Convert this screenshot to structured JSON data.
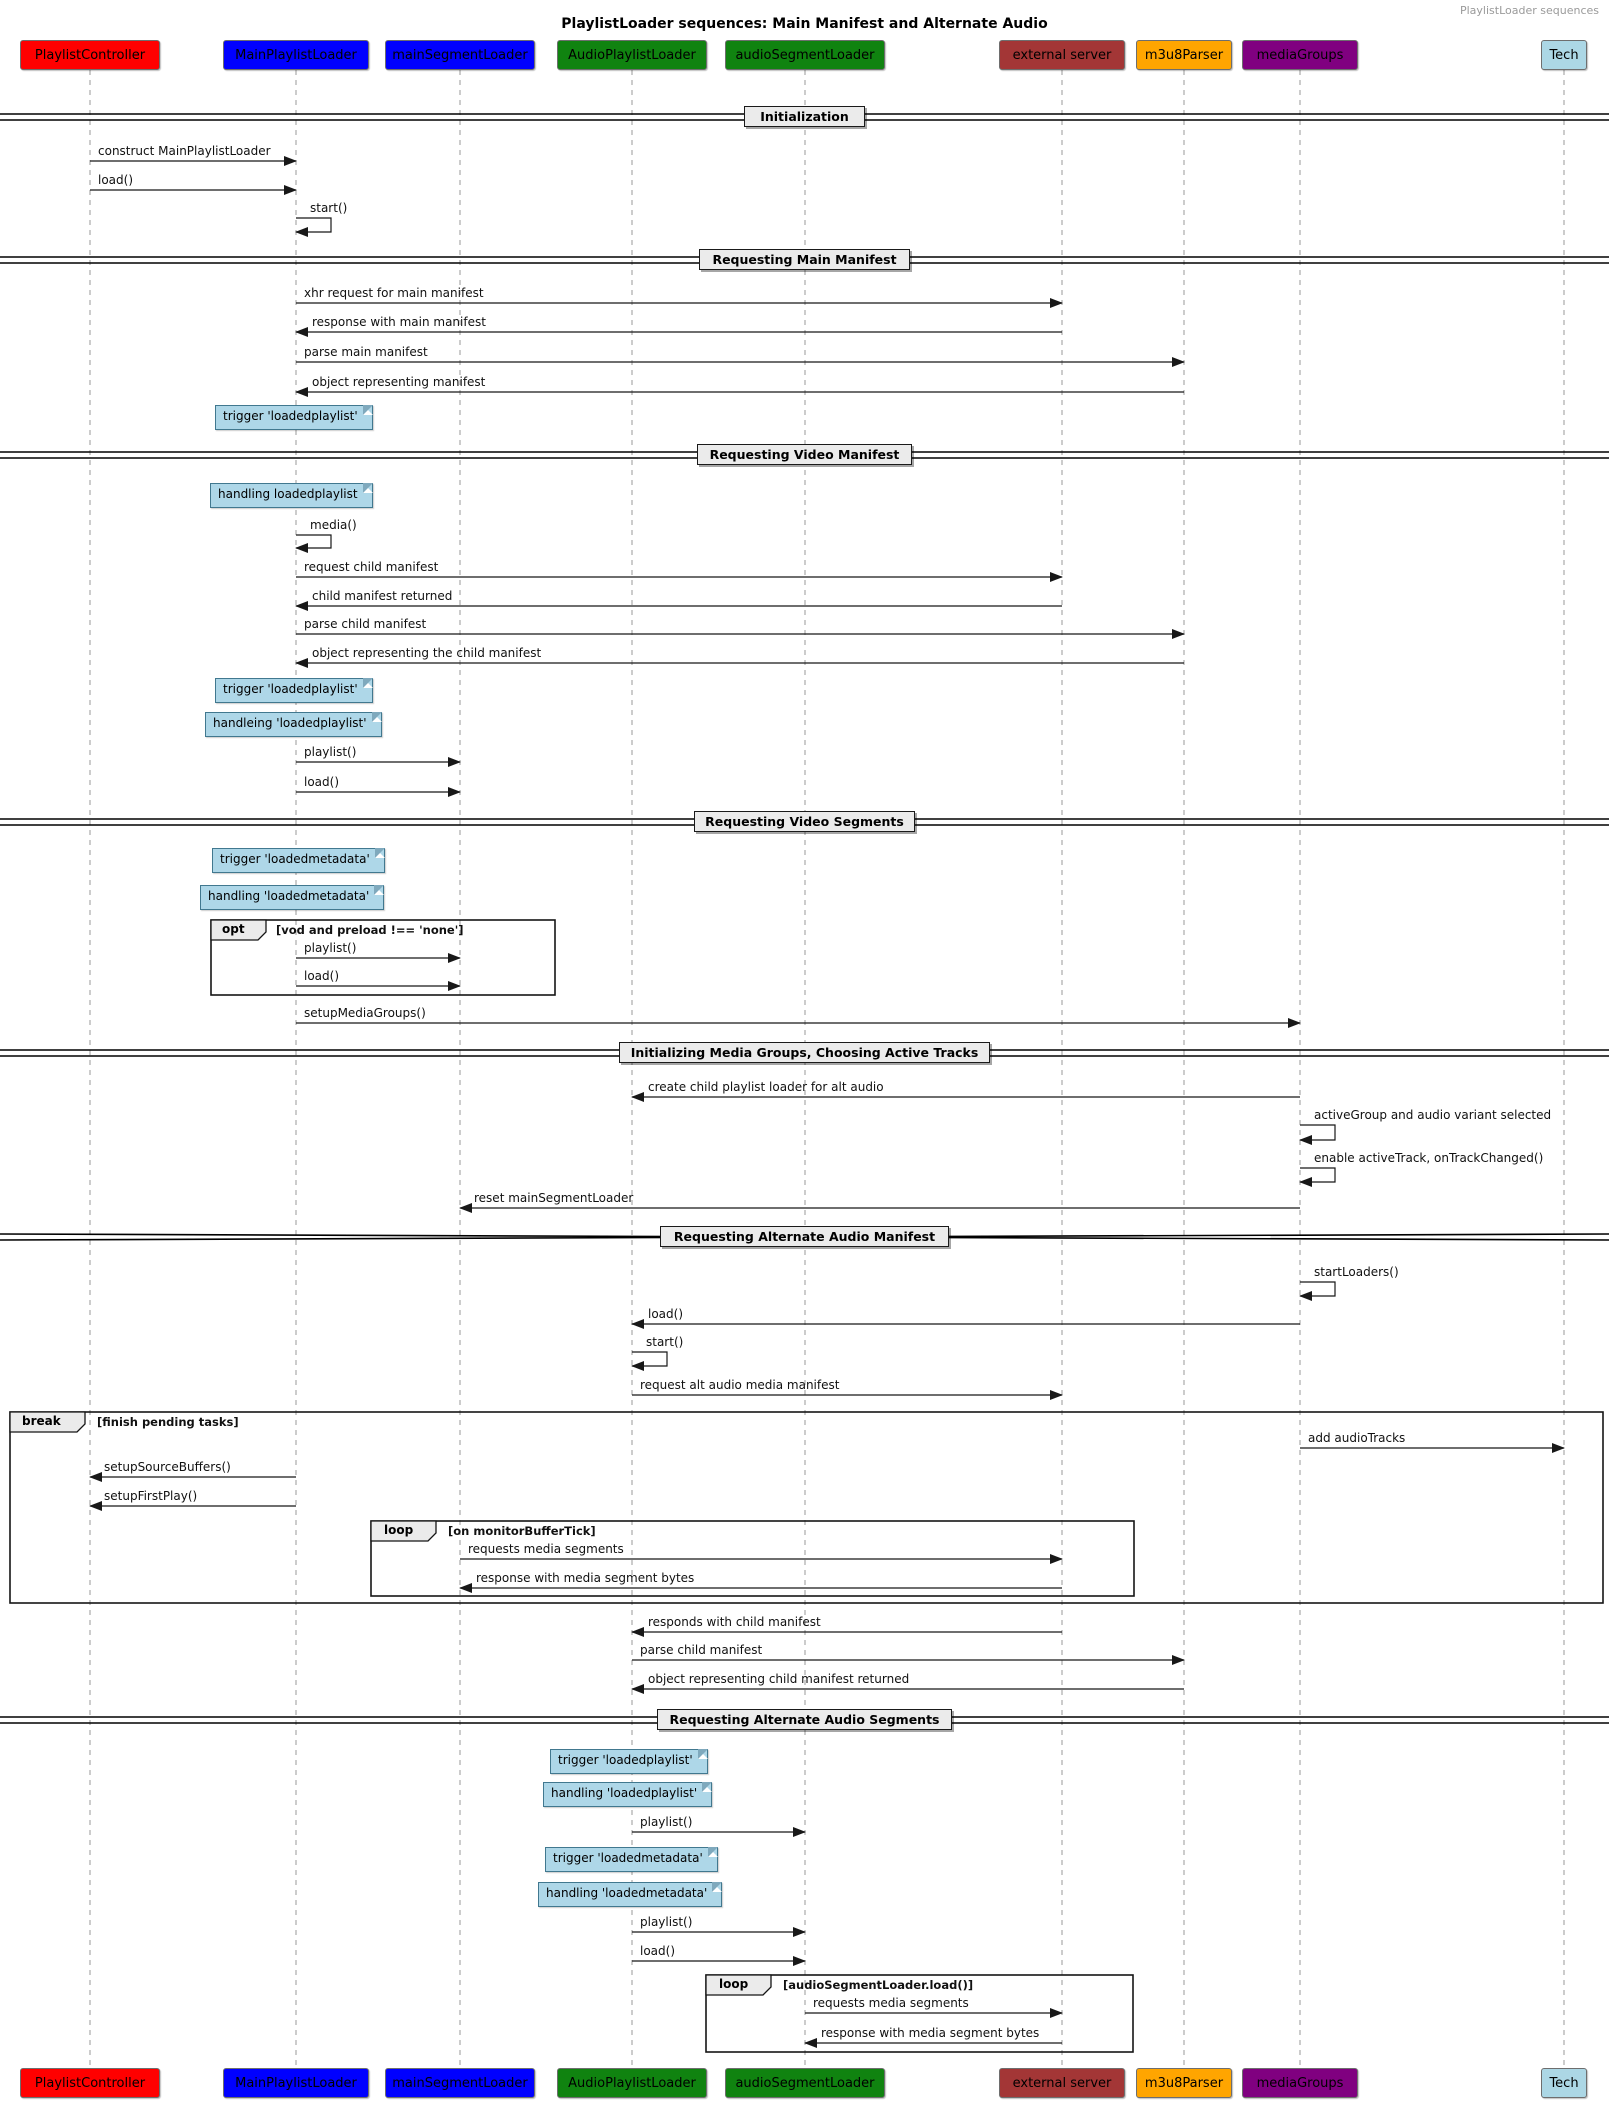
{
  "page": {
    "header_right": "PlaylistLoader sequences",
    "title": "PlaylistLoader sequences: Main Manifest and Alternate Audio"
  },
  "colors": {
    "participant_red": "#ff0000",
    "participant_blue": "#0000ff",
    "participant_green": "#108310",
    "participant_brown": "#a33636",
    "participant_orange": "#ffa500",
    "participant_purple": "#800080",
    "participant_tech_blue": "#acd7e5",
    "note_fill": "#aed7e8",
    "note_border": "#41788f",
    "divider_fill": "#ebebeb",
    "arrow": "#181818",
    "lifeline": "#999999"
  },
  "participants": [
    {
      "name": "PlaylistController",
      "color": "red"
    },
    {
      "name": "MainPlaylistLoader",
      "color": "blue"
    },
    {
      "name": "mainSegmentLoader",
      "color": "blue"
    },
    {
      "name": "AudioPlaylistLoader",
      "color": "green"
    },
    {
      "name": "audioSegmentLoader",
      "color": "green"
    },
    {
      "name": "external server",
      "color": "brown"
    },
    {
      "name": "m3u8Parser",
      "color": "orange"
    },
    {
      "name": "mediaGroups",
      "color": "purple"
    },
    {
      "name": "Tech",
      "color": "tech-blue"
    }
  ],
  "dividers": [
    {
      "label": "Initialization"
    },
    {
      "label": "Requesting Main Manifest"
    },
    {
      "label": "Requesting Video Manifest"
    },
    {
      "label": "Requesting Video Segments"
    },
    {
      "label": "Initializing Media Groups, Choosing Active Tracks"
    },
    {
      "label": "Requesting Alternate Audio Manifest"
    },
    {
      "label": "Requesting Alternate Audio Segments"
    }
  ],
  "messages": [
    {
      "from": "PlaylistController",
      "to": "MainPlaylistLoader",
      "label": "construct MainPlaylistLoader"
    },
    {
      "from": "PlaylistController",
      "to": "MainPlaylistLoader",
      "label": "load()"
    },
    {
      "from": "MainPlaylistLoader",
      "to": "MainPlaylistLoader",
      "label": "start()"
    },
    {
      "from": "MainPlaylistLoader",
      "to": "external server",
      "label": "xhr request for main manifest"
    },
    {
      "from": "external server",
      "to": "MainPlaylistLoader",
      "label": "response with main manifest"
    },
    {
      "from": "MainPlaylistLoader",
      "to": "m3u8Parser",
      "label": "parse main manifest"
    },
    {
      "from": "m3u8Parser",
      "to": "MainPlaylistLoader",
      "label": "object representing manifest"
    },
    {
      "from": "MainPlaylistLoader",
      "to": "MainPlaylistLoader",
      "label": "media()"
    },
    {
      "from": "MainPlaylistLoader",
      "to": "external server",
      "label": "request child manifest"
    },
    {
      "from": "external server",
      "to": "MainPlaylistLoader",
      "label": "child manifest returned"
    },
    {
      "from": "MainPlaylistLoader",
      "to": "m3u8Parser",
      "label": "parse child manifest"
    },
    {
      "from": "m3u8Parser",
      "to": "MainPlaylistLoader",
      "label": "object representing the child manifest"
    },
    {
      "from": "MainPlaylistLoader",
      "to": "mainSegmentLoader",
      "label": "playlist()"
    },
    {
      "from": "MainPlaylistLoader",
      "to": "mainSegmentLoader",
      "label": "load()"
    },
    {
      "from": "MainPlaylistLoader",
      "to": "mainSegmentLoader",
      "label": "playlist()"
    },
    {
      "from": "MainPlaylistLoader",
      "to": "mainSegmentLoader",
      "label": "load()"
    },
    {
      "from": "MainPlaylistLoader",
      "to": "mediaGroups",
      "label": "setupMediaGroups()"
    },
    {
      "from": "mediaGroups",
      "to": "AudioPlaylistLoader",
      "label": "create child playlist loader for alt audio"
    },
    {
      "from": "mediaGroups",
      "to": "mediaGroups",
      "label": "activeGroup and audio variant selected"
    },
    {
      "from": "mediaGroups",
      "to": "mediaGroups",
      "label": "enable activeTrack, onTrackChanged()"
    },
    {
      "from": "mediaGroups",
      "to": "mainSegmentLoader",
      "label": "reset mainSegmentLoader"
    },
    {
      "from": "mediaGroups",
      "to": "mediaGroups",
      "label": "startLoaders()"
    },
    {
      "from": "mediaGroups",
      "to": "AudioPlaylistLoader",
      "label": "load()"
    },
    {
      "from": "AudioPlaylistLoader",
      "to": "AudioPlaylistLoader",
      "label": "start()"
    },
    {
      "from": "AudioPlaylistLoader",
      "to": "external server",
      "label": "request alt audio media manifest"
    },
    {
      "from": "mediaGroups",
      "to": "Tech",
      "label": "add audioTracks"
    },
    {
      "from": "MainPlaylistLoader",
      "to": "PlaylistController",
      "label": "setupSourceBuffers()"
    },
    {
      "from": "MainPlaylistLoader",
      "to": "PlaylistController",
      "label": "setupFirstPlay()"
    },
    {
      "from": "mainSegmentLoader",
      "to": "external server",
      "label": "requests media segments"
    },
    {
      "from": "external server",
      "to": "mainSegmentLoader",
      "label": "response with media segment bytes"
    },
    {
      "from": "external server",
      "to": "AudioPlaylistLoader",
      "label": "responds with child manifest"
    },
    {
      "from": "AudioPlaylistLoader",
      "to": "m3u8Parser",
      "label": "parse child manifest"
    },
    {
      "from": "m3u8Parser",
      "to": "AudioPlaylistLoader",
      "label": "object representing child manifest returned"
    },
    {
      "from": "AudioPlaylistLoader",
      "to": "audioSegmentLoader",
      "label": "playlist()"
    },
    {
      "from": "AudioPlaylistLoader",
      "to": "audioSegmentLoader",
      "label": "playlist()"
    },
    {
      "from": "AudioPlaylistLoader",
      "to": "audioSegmentLoader",
      "label": "load()"
    },
    {
      "from": "audioSegmentLoader",
      "to": "external server",
      "label": "requests media segments"
    },
    {
      "from": "external server",
      "to": "audioSegmentLoader",
      "label": "response with media segment bytes"
    }
  ],
  "notes": [
    {
      "label": "trigger 'loadedplaylist'"
    },
    {
      "label": "handling loadedplaylist"
    },
    {
      "label": "trigger 'loadedplaylist'"
    },
    {
      "label": "handleing 'loadedplaylist'"
    },
    {
      "label": "trigger 'loadedmetadata'"
    },
    {
      "label": "handling 'loadedmetadata'"
    },
    {
      "label": "trigger 'loadedplaylist'"
    },
    {
      "label": "handling 'loadedplaylist'"
    },
    {
      "label": "trigger 'loadedmetadata'"
    },
    {
      "label": "handling 'loadedmetadata'"
    }
  ],
  "frames": {
    "opt": {
      "operator": "opt",
      "guard": "[vod and preload !== 'none']"
    },
    "brk": {
      "operator": "break",
      "guard": "[finish pending tasks]"
    },
    "loop1": {
      "operator": "loop",
      "guard": "[on monitorBufferTick]"
    },
    "loop2": {
      "operator": "loop",
      "guard": "[audioSegmentLoader.load()]"
    }
  }
}
